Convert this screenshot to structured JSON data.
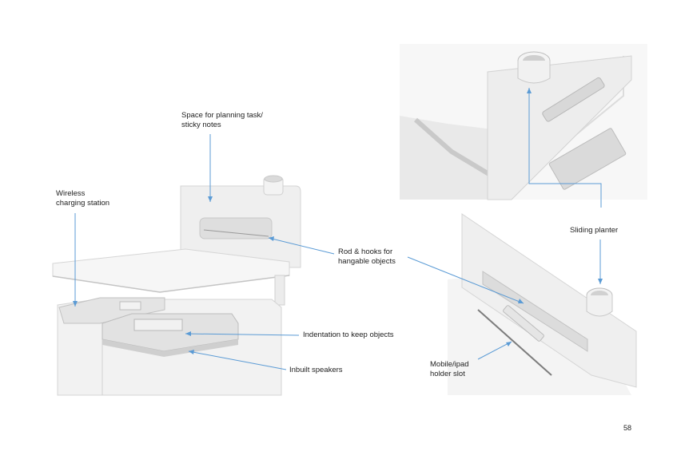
{
  "callouts": {
    "planning_space": [
      "Space for planning task/",
      "sticky notes"
    ],
    "wireless_charging": [
      "Wireless",
      "charging station"
    ],
    "rod_hooks": [
      "Rod & hooks for",
      "hangable objects"
    ],
    "indentation": "Indentation to keep objects",
    "speakers": "Inbuilt speakers",
    "sliding_planter": "Sliding planter",
    "mobile_holder": [
      "Mobile/ipad",
      "holder slot"
    ]
  },
  "page_number": "58",
  "colors": {
    "leader_line": "#5b9bd5",
    "render_light": "#f1f1f1",
    "render_mid": "#dcdcdc",
    "render_shadow": "#bdbdbd"
  }
}
